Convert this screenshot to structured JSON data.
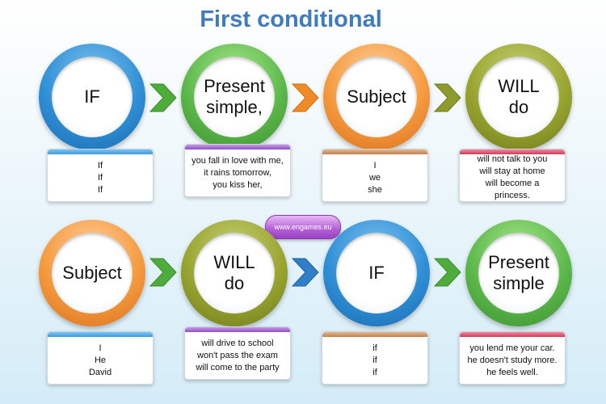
{
  "title": "First conditional",
  "badge": "www.engames.eu",
  "colors": {
    "title": "#3f7bbd",
    "blue": "#2f8fd6",
    "green": "#5cb84a",
    "orange": "#f59a3d",
    "olive": "#98a42e",
    "arrow_green": "#4dac3a",
    "arrow_orange": "#f08a24",
    "arrow_olive": "#8e9a2c",
    "arrow_blue": "#2f7fc8"
  },
  "row1": {
    "circles": [
      "IF",
      "Present\nsimple,",
      "Subject",
      "WILL\ndo"
    ],
    "cards": [
      [
        "If",
        "If",
        "If"
      ],
      [
        "you fall in love with me,",
        "it rains tomorrow,",
        "you kiss her,"
      ],
      [
        "I",
        "we",
        "she"
      ],
      [
        "will not talk to you",
        "will stay at home",
        "will become a",
        "princess."
      ]
    ]
  },
  "row2": {
    "circles": [
      "Subject",
      "WILL\ndo",
      "IF",
      "Present\nsimple"
    ],
    "cards": [
      [
        "I",
        "He",
        "David"
      ],
      [
        "will drive to school",
        "won't pass the exam",
        "will come to the party"
      ],
      [
        "if",
        "if",
        "if"
      ],
      [
        "you lend me your car.",
        "he doesn't study more.",
        "he feels well."
      ]
    ]
  }
}
